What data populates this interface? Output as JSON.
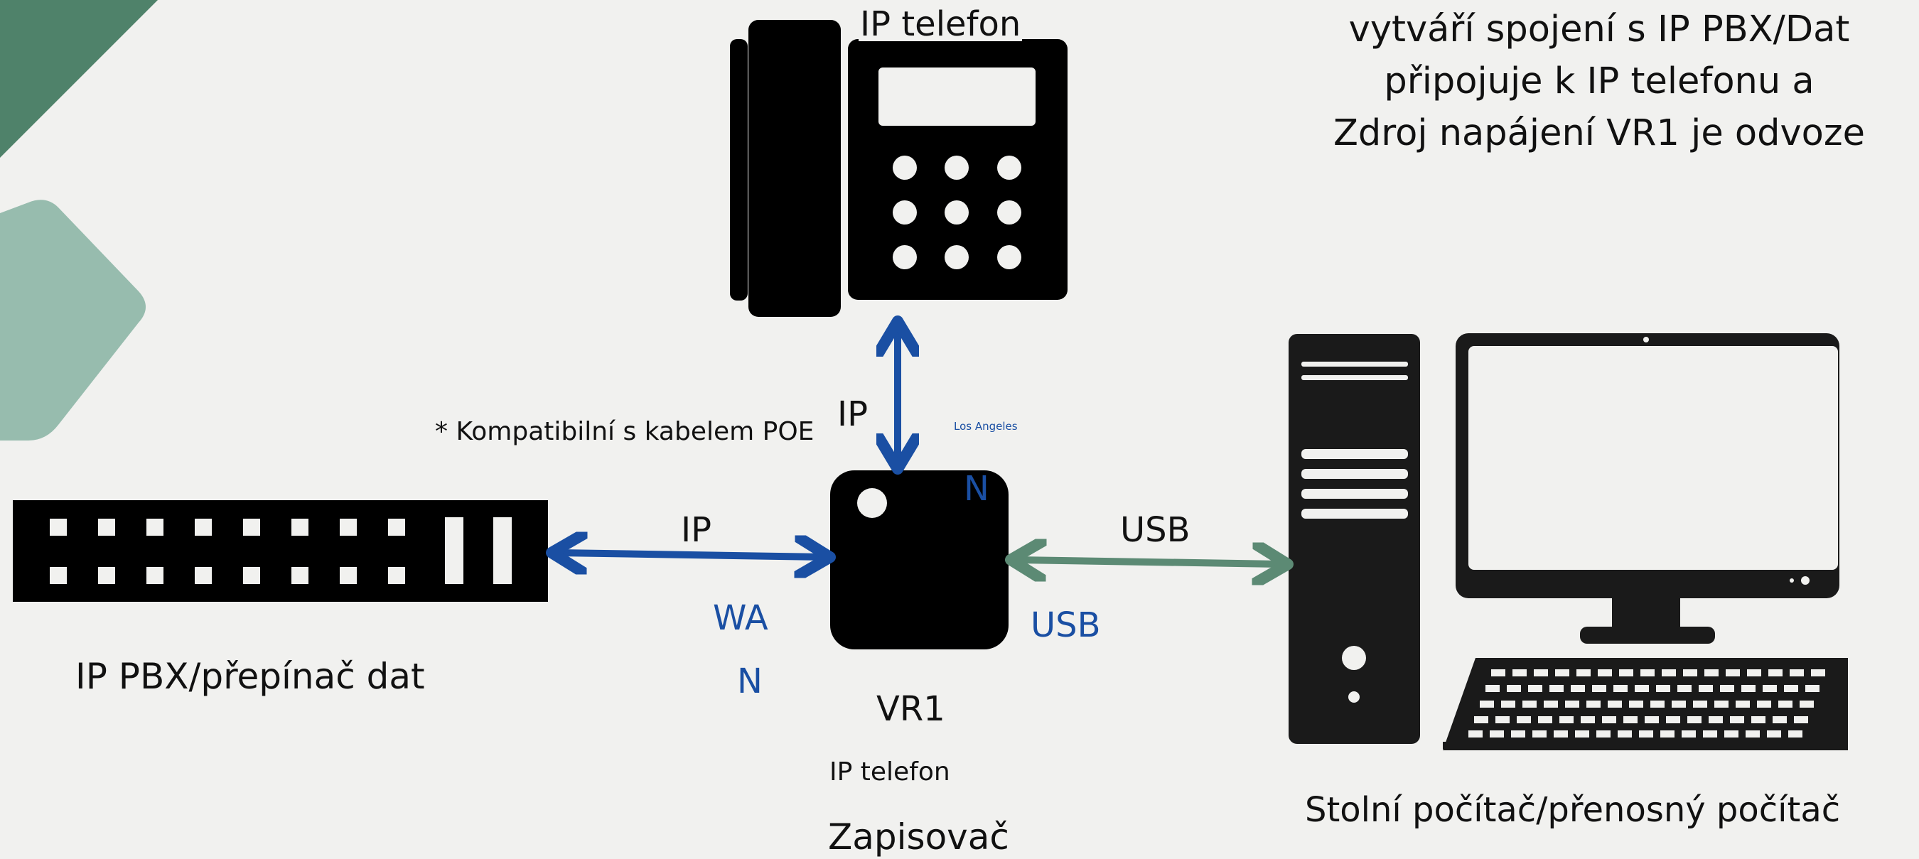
{
  "description": {
    "lines": [
      "vytváří spojení s IP PBX/Dat",
      "připojuje k IP telefonu a",
      "Zdroj napájení VR1 je odvoze"
    ]
  },
  "labels": {
    "phone_title": "IP telefon",
    "link_ip_vertical": "IP",
    "poe_note": "* Kompatibilní s kabelem POE",
    "city": "Los Angeles",
    "vr1_corner": "N",
    "link_ip_horizontal": "IP",
    "link_usb": "USB",
    "wan_part1": "WA",
    "wan_part2": "N",
    "usb_port": "USB",
    "pbx_caption": "IP PBX/přepínač dat",
    "vr1_caption": "VR1",
    "ip_phone_small": "IP telefon",
    "recorder_caption": "Zapisovač",
    "computer_caption": "Stolní počítač/přenosný počítač"
  },
  "colors": {
    "background": "#f1f1ef",
    "ip_link": "#1a4fa3",
    "usb_link": "#5c8a74",
    "device": "#000000",
    "decor_dark": "#4f826a",
    "decor_light": "#97bcae"
  }
}
